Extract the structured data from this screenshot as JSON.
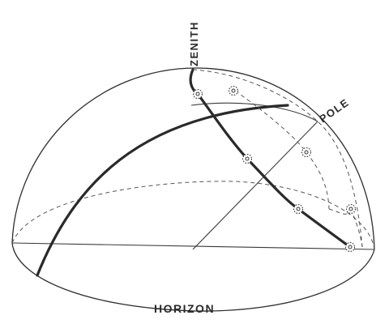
{
  "labels": {
    "zenith": "ZENITH",
    "pole": "POLE",
    "horizon": "HORIZON"
  },
  "colors": {
    "ink": "#2a2a2a",
    "paper": "#ffffff"
  },
  "star_count": 7
}
